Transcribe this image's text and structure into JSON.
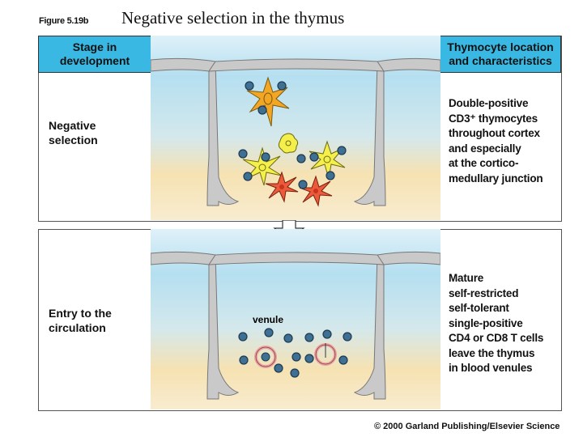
{
  "figure_label": "Figure 5.19b",
  "title": "Negative selection in the thymus",
  "headers": {
    "left": "Stage in\ndevelopment",
    "right": "Thymocyte location\nand characteristics"
  },
  "panels": [
    {
      "stage": "Negative\nselection",
      "description": "Double-positive\nCD3⁺ thymocytes\nthroughout cortex\nand especially\nat the cortico-\nmedullary junction"
    },
    {
      "stage": "Entry to the\ncirculation",
      "description": "Mature\nself-restricted\nself-tolerant\nsingle-positive\nCD4 or CD8 T cells\nleave the thymus\nin blood venules",
      "venule_label": "venule"
    }
  ],
  "copyright": "© 2000 Garland Publishing/Elsevier Science",
  "colors": {
    "header_blue": "#39b8e3",
    "cortex_blue": "#b5dff0",
    "medulla_sand": "#f6e2b2",
    "stroma_gray": "#c9c9c9",
    "thymocyte": "#3f6f93",
    "dendritic_orange": "#f2a623",
    "epithelial_yellow": "#f4ef4a",
    "macrophage_red": "#ec5a3c",
    "venule_pink": "#e9a3a3"
  }
}
